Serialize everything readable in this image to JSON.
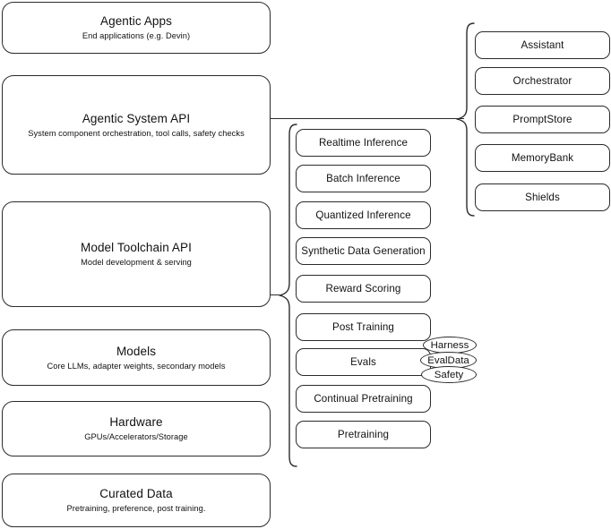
{
  "diagram": {
    "title": "LLM Stack Architecture Diagram",
    "stroke_color": "#2b2b2b",
    "background_color": "#ffffff"
  },
  "stack_layers": [
    {
      "name": "agentic-apps",
      "title": "Agentic Apps",
      "subtitle": "End applications (e.g. Devin)"
    },
    {
      "name": "agentic-system-api",
      "title": "Agentic System API",
      "subtitle": "System component orchestration, tool calls, safety checks"
    },
    {
      "name": "model-toolchain-api",
      "title": "Model Toolchain API",
      "subtitle": "Model development & serving"
    },
    {
      "name": "models",
      "title": "Models",
      "subtitle": "Core LLMs, adapter weights, secondary models"
    },
    {
      "name": "hardware",
      "title": "Hardware",
      "subtitle": "GPUs/Accelerators/Storage"
    },
    {
      "name": "curated-data",
      "title": "Curated Data",
      "subtitle": "Pretraining, preference, post training."
    }
  ],
  "toolchain_capabilities": [
    {
      "name": "realtime-inference",
      "label": "Realtime Inference"
    },
    {
      "name": "batch-inference",
      "label": "Batch Inference"
    },
    {
      "name": "quantized-inference",
      "label": "Quantized Inference"
    },
    {
      "name": "synthetic-data-generation",
      "label": "Synthetic Data Generation"
    },
    {
      "name": "reward-scoring",
      "label": "Reward Scoring"
    },
    {
      "name": "post-training",
      "label": "Post Training"
    },
    {
      "name": "evals",
      "label": "Evals"
    },
    {
      "name": "continual-pretraining",
      "label": "Continual Pretraining"
    },
    {
      "name": "pretraining",
      "label": "Pretraining"
    }
  ],
  "evals_subcomponents": [
    {
      "name": "harness",
      "label": "Harness"
    },
    {
      "name": "evaldata",
      "label": "EvalData"
    },
    {
      "name": "safety",
      "label": "Safety"
    }
  ],
  "agentic_system_components": [
    {
      "name": "assistant",
      "label": "Assistant"
    },
    {
      "name": "orchestrator",
      "label": "Orchestrator"
    },
    {
      "name": "promptstore",
      "label": "PromptStore"
    },
    {
      "name": "memorybank",
      "label": "MemoryBank"
    },
    {
      "name": "shields",
      "label": "Shields"
    }
  ]
}
